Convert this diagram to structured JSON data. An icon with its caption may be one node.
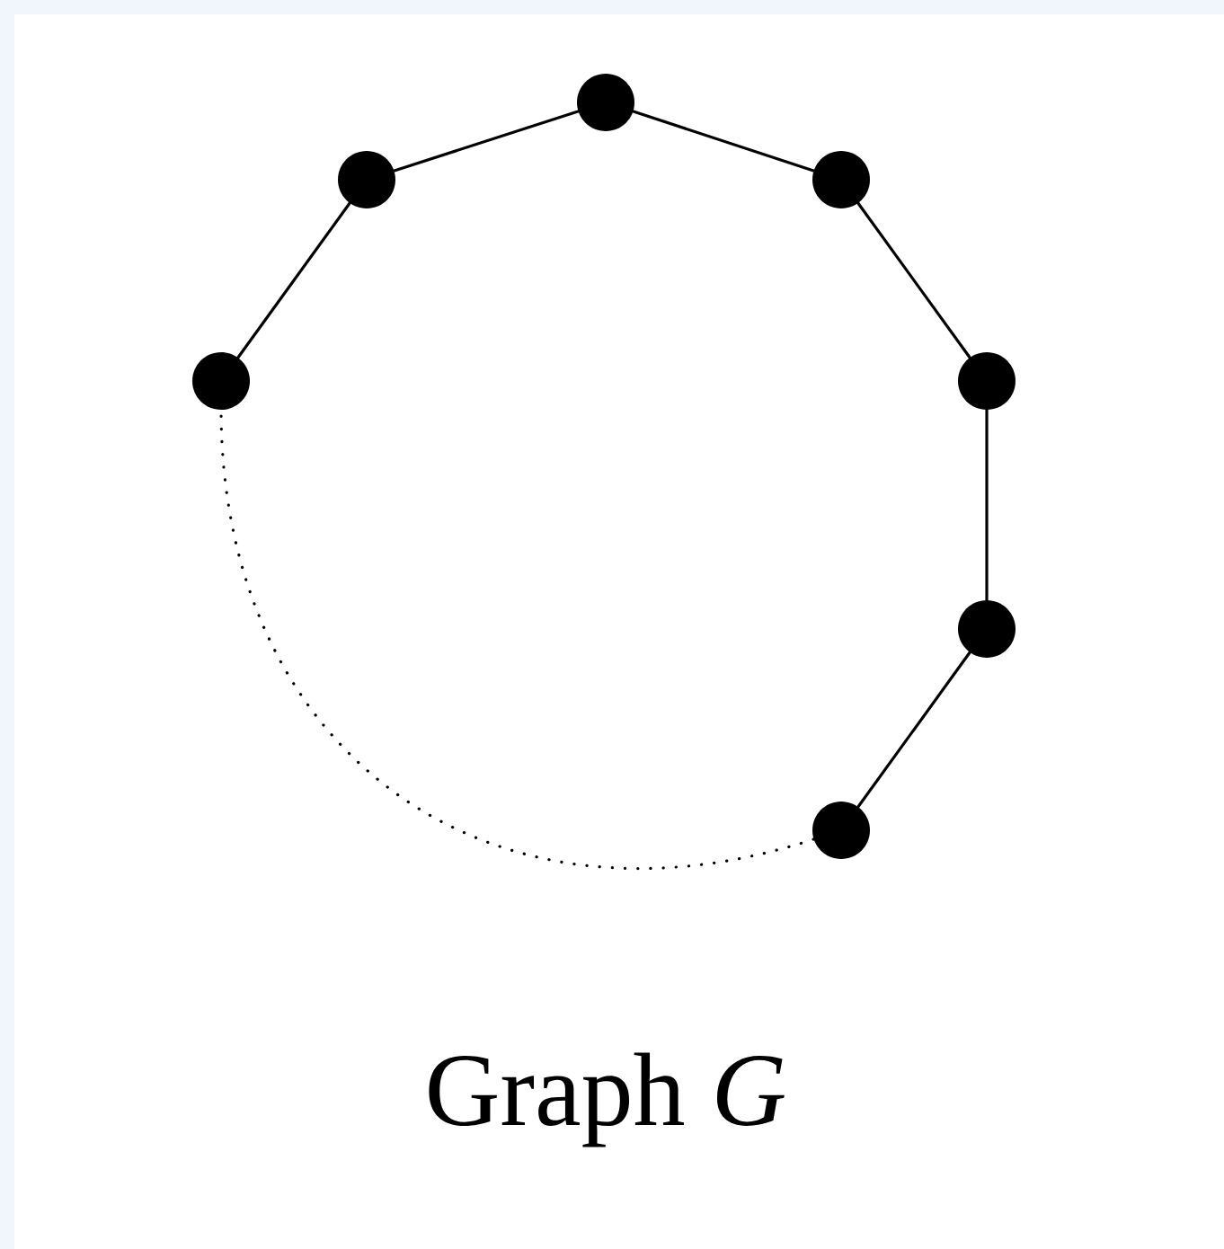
{
  "diagram": {
    "caption": "Graph *G*",
    "nodes": [
      {
        "text": [],
        "shape": "circle"
      },
      {
        "text": [],
        "shape": "circle"
      },
      {
        "text": [],
        "shape": "circle"
      },
      {
        "text": [],
        "shape": "circle"
      },
      {
        "text": [],
        "shape": "circle"
      },
      {
        "text": [],
        "shape": "circle"
      },
      {
        "text": [],
        "shape": "circle"
      }
    ],
    "edges": [
      {
        "from": 0,
        "to": 1,
        "arrow": "none"
      },
      {
        "from": 1,
        "to": 2,
        "arrow": "none"
      },
      {
        "from": 2,
        "to": 3,
        "arrow": "none"
      },
      {
        "from": 3,
        "to": 4,
        "arrow": "none"
      },
      {
        "from": 4,
        "to": 5,
        "arrow": "none"
      },
      {
        "from": 5,
        "to": 6,
        "arrow": "none"
      },
      {
        "from": 6,
        "to": 0,
        "arrow": "none",
        "style": "dashed"
      }
    ]
  }
}
